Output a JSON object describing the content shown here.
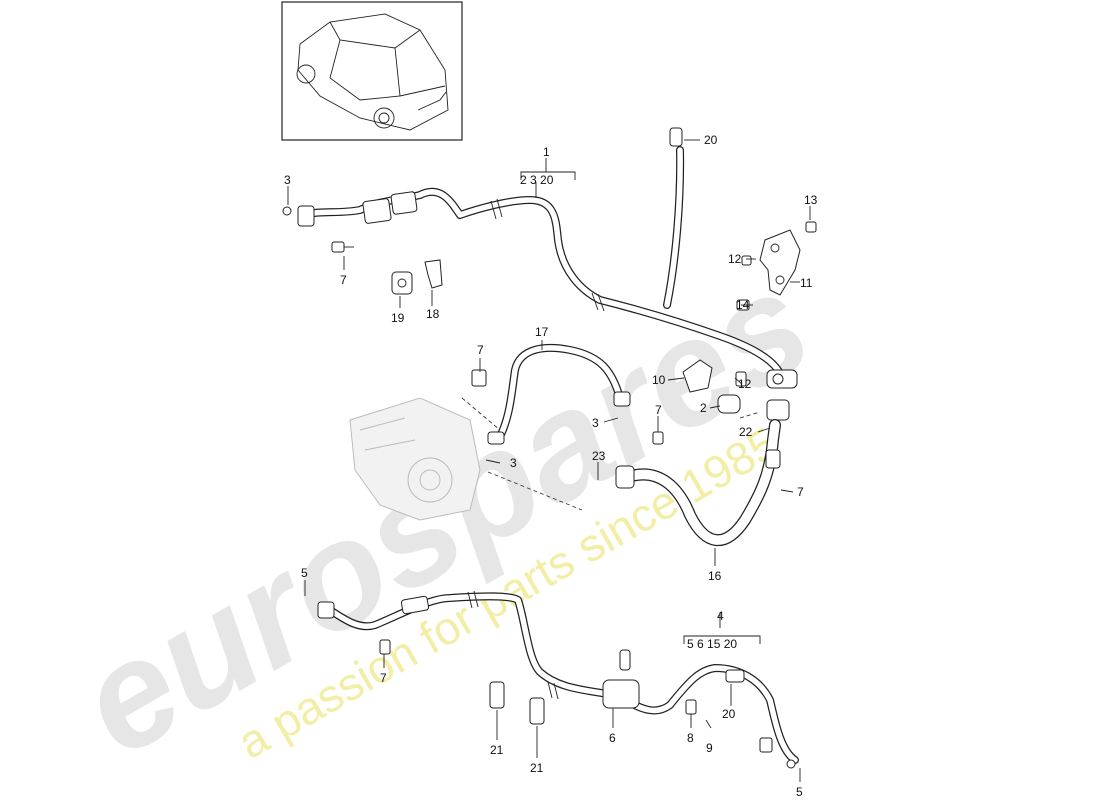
{
  "watermark": {
    "logo": "eurospares",
    "tagline": "a passion for parts since 1985"
  },
  "callouts": {
    "c1": "1",
    "c1_sub": "2   3   20",
    "c2a": "2",
    "c3a": "3",
    "c3b": "3",
    "c3c": "3",
    "c4": "4",
    "c4_sub": "5  6    15  20",
    "c5a": "5",
    "c5b": "5",
    "c6": "6",
    "c7a": "7",
    "c7b": "7",
    "c7c": "7",
    "c7d": "7",
    "c7e": "7",
    "c8": "8",
    "c9": "9",
    "c10": "10",
    "c11": "11",
    "c12a": "12",
    "c12b": "12",
    "c13": "13",
    "c14": "14",
    "c16": "16",
    "c17": "17",
    "c18": "18",
    "c19": "19",
    "c20a": "20",
    "c20b": "20",
    "c21a": "21",
    "c21b": "21",
    "c22": "22",
    "c23": "23"
  },
  "colors": {
    "line": "#222222",
    "watermark_logo": "#e6e6e6",
    "watermark_tagline": "#f2eea6",
    "background": "#ffffff"
  }
}
